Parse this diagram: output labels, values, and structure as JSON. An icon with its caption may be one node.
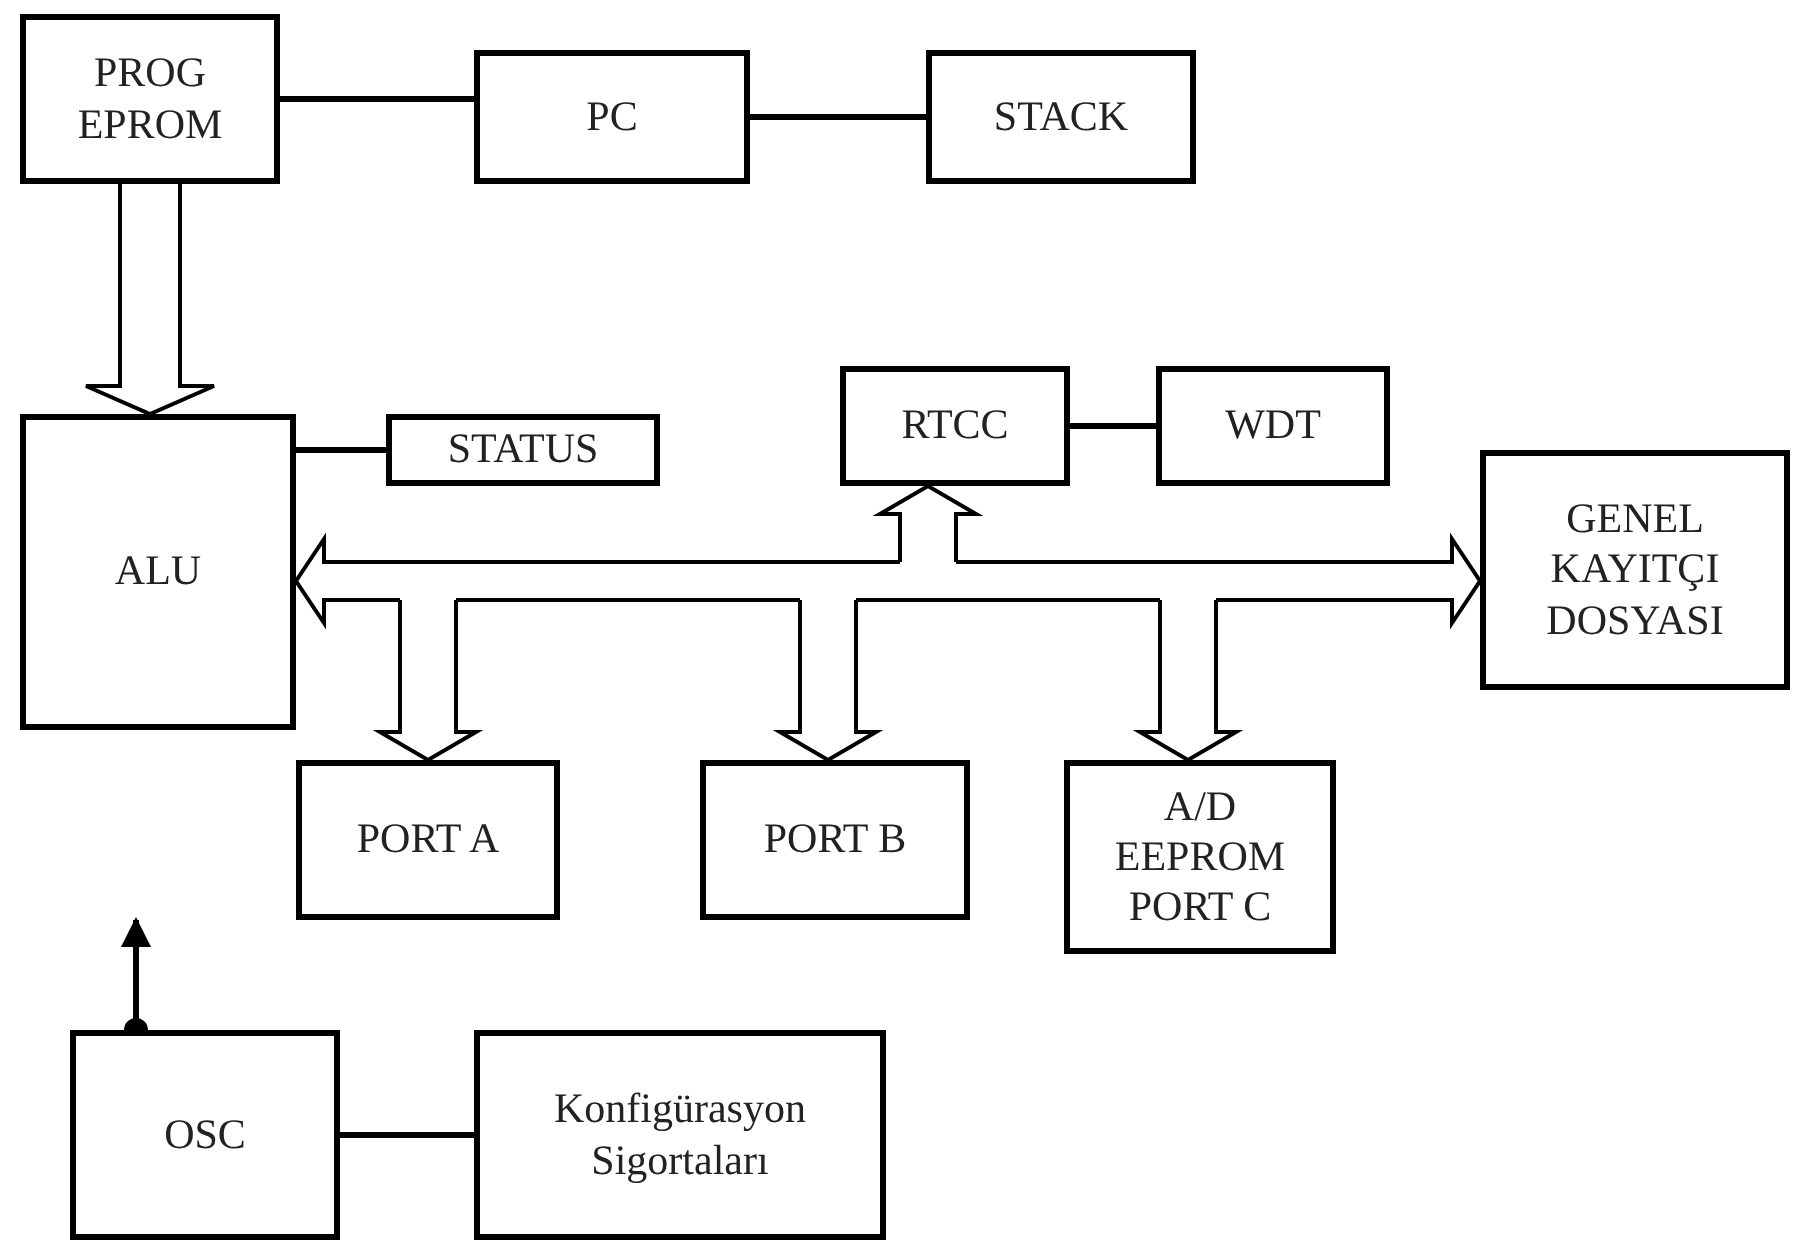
{
  "diagram": {
    "nodes": [
      {
        "text": [
          "PROG EPROM"
        ]
      },
      {
        "text": [
          "PC"
        ]
      },
      {
        "text": [
          "STACK"
        ]
      },
      {
        "text": [
          "ALU"
        ]
      },
      {
        "text": [
          "STATUS"
        ]
      },
      {
        "text": [
          "RTCC"
        ]
      },
      {
        "text": [
          "WDT"
        ]
      },
      {
        "text": [
          "GENEL KAYITÇI DOSYASI"
        ]
      },
      {
        "text": [
          "PORT A"
        ]
      },
      {
        "text": [
          "PORT B"
        ]
      },
      {
        "text": [
          "A/D EEPROM PORT C"
        ]
      },
      {
        "text": [
          "OSC"
        ]
      },
      {
        "text": [
          "Konfigürasyon Sigortaları"
        ]
      },
      {
        "text": [],
        "shape": "bar"
      }
    ],
    "edges": [
      {
        "from": 0,
        "to": 1,
        "arrow": "none"
      },
      {
        "from": 1,
        "to": 2,
        "arrow": "none"
      },
      {
        "from": 0,
        "to": 3,
        "arrow": "to",
        "style": "thick"
      },
      {
        "from": 3,
        "to": 4,
        "arrow": "none"
      },
      {
        "from": 5,
        "to": 6,
        "arrow": "none"
      },
      {
        "from": 13,
        "to": 3,
        "arrow": "to",
        "style": "thick"
      },
      {
        "from": 13,
        "to": 7,
        "arrow": "to",
        "style": "thick"
      },
      {
        "from": 13,
        "to": 5,
        "arrow": "to",
        "style": "thick"
      },
      {
        "from": 13,
        "to": 8,
        "arrow": "to",
        "style": "thick"
      },
      {
        "from": 13,
        "to": 9,
        "arrow": "to",
        "style": "thick"
      },
      {
        "from": 13,
        "to": 10,
        "arrow": "to",
        "style": "thick"
      },
      {
        "from": 11,
        "to": null,
        "arrow": "to"
      },
      {
        "from": 11,
        "to": 12,
        "arrow": "none"
      }
    ]
  }
}
